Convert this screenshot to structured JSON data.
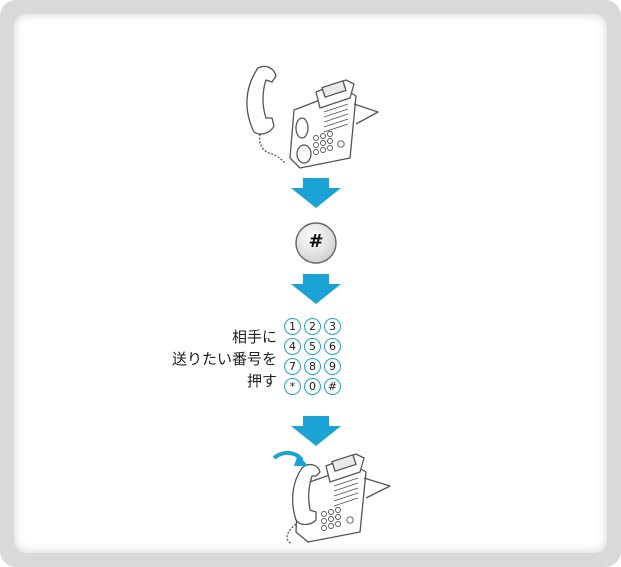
{
  "colors": {
    "arrow": "#1ba3d6",
    "keypad_ring": "#1ba3d6",
    "frame": "#d9d9d9",
    "panel": "#ffffff"
  },
  "steps": {
    "hash_button": {
      "icon": "hash-button-icon",
      "label": "#"
    },
    "instruction": {
      "line1": "相手に",
      "line2": "送りたい番号を",
      "line3": "押す"
    },
    "keypad": {
      "keys": [
        "1",
        "2",
        "3",
        "4",
        "5",
        "6",
        "7",
        "8",
        "9",
        "*",
        "0",
        "#"
      ]
    }
  }
}
